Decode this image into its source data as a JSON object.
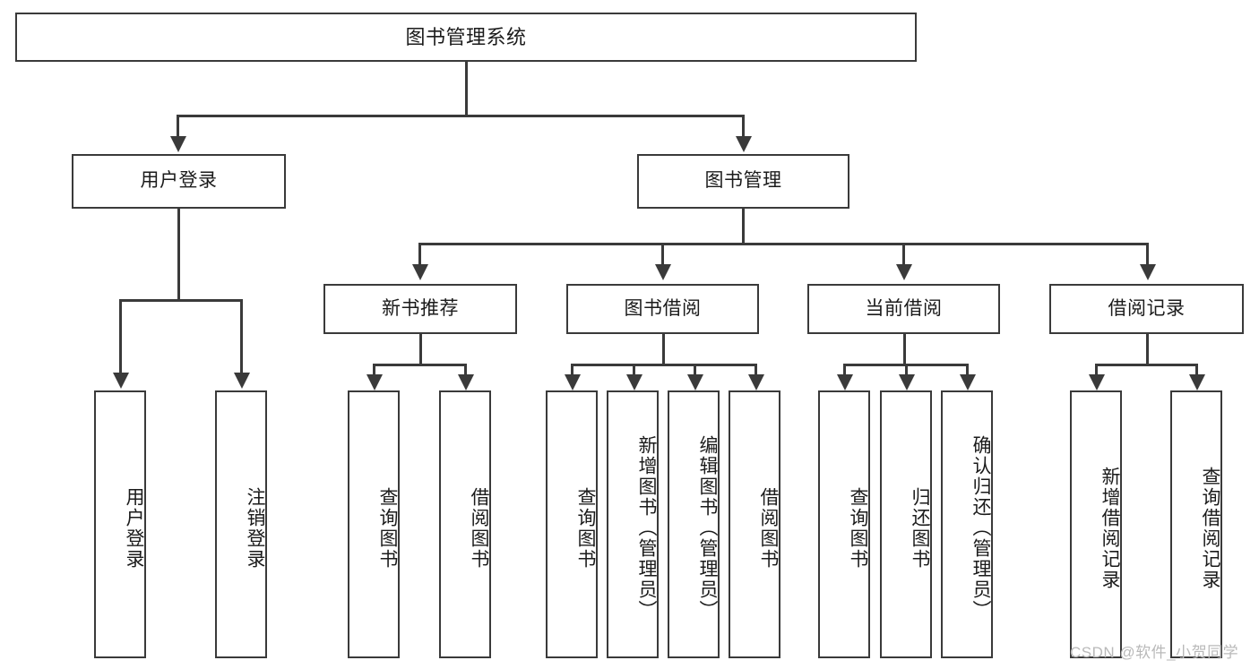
{
  "diagram": {
    "title": "图书管理系统",
    "type": "hierarchy-tree",
    "root": {
      "label": "图书管理系统",
      "orientation": "horizontal"
    },
    "level1": [
      {
        "label": "用户登录",
        "orientation": "horizontal"
      },
      {
        "label": "图书管理",
        "orientation": "horizontal"
      }
    ],
    "level2": [
      {
        "label": "新书推荐",
        "orientation": "horizontal",
        "parent": "图书管理"
      },
      {
        "label": "图书借阅",
        "orientation": "horizontal",
        "parent": "图书管理"
      },
      {
        "label": "当前借阅",
        "orientation": "horizontal",
        "parent": "图书管理"
      },
      {
        "label": "借阅记录",
        "orientation": "horizontal",
        "parent": "图书管理"
      }
    ],
    "leaves": {
      "user_login": [
        {
          "label": "用户登录",
          "orientation": "vertical"
        },
        {
          "label": "注销登录",
          "orientation": "vertical"
        }
      ],
      "new_book_recommend": [
        {
          "label": "查询图书",
          "orientation": "vertical"
        },
        {
          "label": "借阅图书",
          "orientation": "vertical"
        }
      ],
      "book_borrow": [
        {
          "label": "查询图书",
          "orientation": "vertical"
        },
        {
          "label": "新增图书（管理员）",
          "orientation": "vertical"
        },
        {
          "label": "编辑图书（管理员）",
          "orientation": "vertical"
        },
        {
          "label": "借阅图书",
          "orientation": "vertical"
        }
      ],
      "current_borrow": [
        {
          "label": "查询图书",
          "orientation": "vertical"
        },
        {
          "label": "归还图书",
          "orientation": "vertical"
        },
        {
          "label": "确认归还（管理员）",
          "orientation": "vertical"
        }
      ],
      "borrow_record": [
        {
          "label": "新增借阅记录",
          "orientation": "vertical"
        },
        {
          "label": "查询借阅记录",
          "orientation": "vertical"
        }
      ]
    }
  },
  "watermark": {
    "text": "CSDN @软件_小贺同学"
  },
  "colors": {
    "stroke": "#3a3a3a",
    "text": "#1b1b1b",
    "background": "#ffffff",
    "watermark": "#b9b9b9"
  }
}
